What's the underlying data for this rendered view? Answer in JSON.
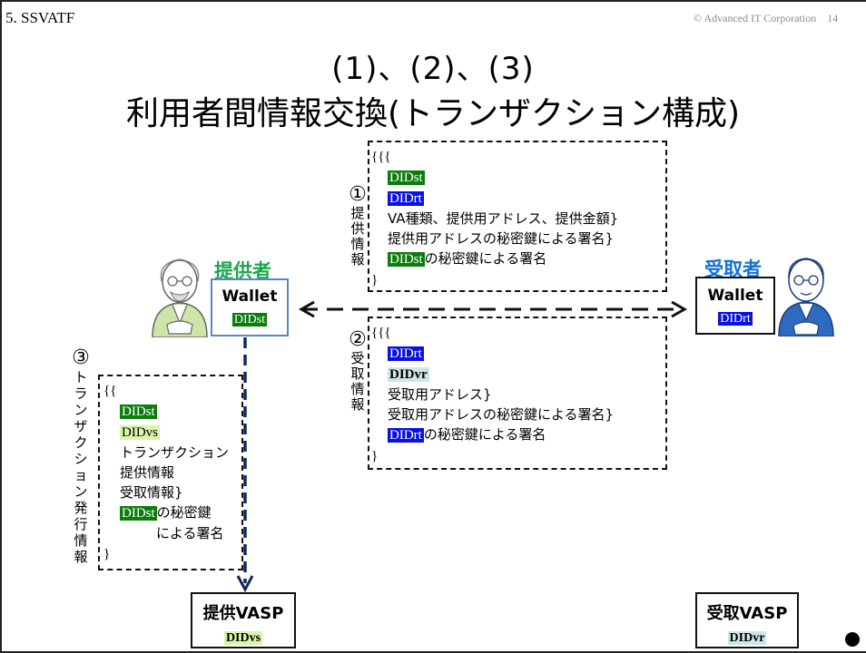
{
  "header": {
    "section": "5. SSVATF",
    "copyright": "© Advanced IT Corporation",
    "page_number": "14"
  },
  "title": {
    "line1": "(1)、(2)、(3)",
    "line2": "利用者間情報交換(トランザクション構成)"
  },
  "provider": {
    "role": "提供者",
    "wallet": "Wallet",
    "did": "DIDst"
  },
  "receiver": {
    "role": "受取者",
    "wallet": "Wallet",
    "did": "DIDrt"
  },
  "box1": {
    "marker": "①",
    "label_chars": [
      "提",
      "供",
      "情",
      "報"
    ],
    "open": "{{{",
    "line_didst": "DIDst",
    "line_didrt": "DIDrt",
    "line3": "VA種類、提供用アドレス、提供金額}",
    "line4": "提供用アドレスの秘密鍵による署名}",
    "line5_tag": "DIDst",
    "line5_text": "の秘密鍵による署名",
    "close": "}"
  },
  "box2": {
    "marker": "②",
    "label_chars": [
      "受",
      "取",
      "情",
      "報"
    ],
    "open": "{{{",
    "line_didrt": "DIDrt",
    "line_didvr": "DIDvr",
    "line3": "受取用アドレス}",
    "line4": "受取用アドレスの秘密鍵による署名}",
    "line5_tag": "DIDrt",
    "line5_text": "の秘密鍵による署名",
    "close": "}"
  },
  "box3": {
    "marker": "③",
    "label_chars": [
      "ト",
      "ラ",
      "ン",
      "ザ",
      "ク",
      "シ",
      "ョ",
      "ン",
      "発",
      "行",
      "情",
      "報"
    ],
    "open": "{{",
    "line_didst": "DIDst",
    "line_didvs": "DIDvs",
    "line3": "トランザクション",
    "line4": "提供情報",
    "line5": "受取情報}",
    "line6_tag": "DIDst",
    "line6_text": "の秘密鍵",
    "line7": "による署名",
    "close": "}"
  },
  "vasp_provider": {
    "label": "提供VASP",
    "did": "DIDvs"
  },
  "vasp_receiver": {
    "label": "受取VASP",
    "did": "DIDvr"
  },
  "colors": {
    "didst_green": "#0b7d0b",
    "didrt_blue": "#0a10e6",
    "didvr_teal": "#cfe6e6",
    "didvs_light_green": "#d9f5a9",
    "provider_role": "#19a84a",
    "receiver_role": "#1470d8",
    "arrow_navy": "#14285a"
  },
  "icons": [
    "elderly-man-icon",
    "man-with-glasses-icon"
  ]
}
